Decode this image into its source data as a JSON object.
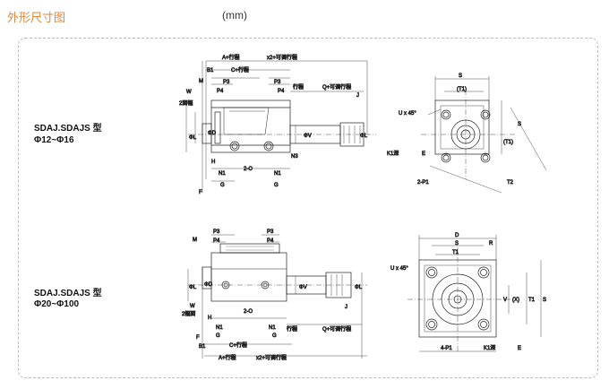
{
  "header": {
    "title": "外形尺寸图",
    "unit": "(mm)"
  },
  "models": [
    {
      "name": "SDAJ.SDAJS 型",
      "range": "Φ12~Φ16"
    },
    {
      "name": "SDAJ.SDAJS 型",
      "range": "Φ20~Φ100"
    }
  ],
  "labels": {
    "a_stroke": "A+行程",
    "x2_adj": "x2+可调行程",
    "b1": "B1",
    "c_stroke": "C+行程",
    "m": "M",
    "p3": "P3",
    "p4": "P4",
    "stroke": "行程",
    "q_adj": "Q+可调行程",
    "j": "J",
    "w": "W",
    "w_note1": "2面幅",
    "w_note2": "2幅面",
    "phi_l": "ΦL",
    "phi_v": "ΦV",
    "phi_d": "ΦD",
    "n3": "N3",
    "n1": "N1",
    "two_o": "2-O",
    "g": "G",
    "f": "F",
    "h": "H",
    "s": "S",
    "t1": "(T1)",
    "t1_plain": "T1",
    "t2": "T2",
    "u45": "U x 45°",
    "k1": "K1深",
    "e": "E",
    "p1_2": "2-P1",
    "p1_4": "4-P1",
    "d": "D",
    "r": "R",
    "v": "V",
    "x": "(X)"
  }
}
